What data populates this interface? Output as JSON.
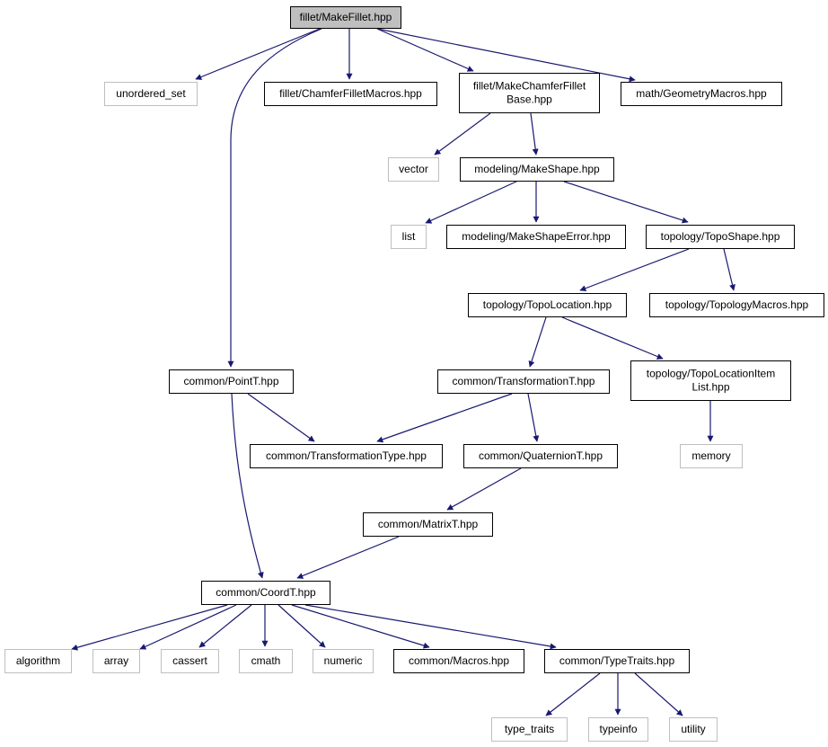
{
  "colors": {
    "edge": "#191970",
    "node_border": "#000000",
    "root_fill": "#bfbfbf",
    "system_border": "#bfbfbf",
    "fill": "#ffffff"
  },
  "nodes": [
    {
      "id": "n_root",
      "kind": "root",
      "lines": [
        "fillet/MakeFillet.hpp"
      ]
    },
    {
      "id": "n_uset",
      "kind": "system",
      "lines": [
        "unordered_set"
      ]
    },
    {
      "id": "n_cfm",
      "kind": "local",
      "lines": [
        "fillet/ChamferFilletMacros.hpp"
      ]
    },
    {
      "id": "n_mcfb",
      "kind": "local",
      "lines": [
        "fillet/MakeChamferFillet",
        "Base.hpp"
      ]
    },
    {
      "id": "n_geom",
      "kind": "local",
      "lines": [
        "math/GeometryMacros.hpp"
      ]
    },
    {
      "id": "n_vector",
      "kind": "system",
      "lines": [
        "vector"
      ]
    },
    {
      "id": "n_mshape",
      "kind": "local",
      "lines": [
        "modeling/MakeShape.hpp"
      ]
    },
    {
      "id": "n_list",
      "kind": "system",
      "lines": [
        "list"
      ]
    },
    {
      "id": "n_mserr",
      "kind": "local",
      "lines": [
        "modeling/MakeShapeError.hpp"
      ]
    },
    {
      "id": "n_tshape",
      "kind": "local",
      "lines": [
        "topology/TopoShape.hpp"
      ]
    },
    {
      "id": "n_tloc",
      "kind": "local",
      "lines": [
        "topology/TopoLocation.hpp"
      ]
    },
    {
      "id": "n_tmac",
      "kind": "local",
      "lines": [
        "topology/TopologyMacros.hpp"
      ]
    },
    {
      "id": "n_point",
      "kind": "local",
      "lines": [
        "common/PointT.hpp"
      ]
    },
    {
      "id": "n_trans",
      "kind": "local",
      "lines": [
        "common/TransformationT.hpp"
      ]
    },
    {
      "id": "n_tlil",
      "kind": "local",
      "lines": [
        "topology/TopoLocationItem",
        "List.hpp"
      ]
    },
    {
      "id": "n_ttype",
      "kind": "local",
      "lines": [
        "common/TransformationType.hpp"
      ]
    },
    {
      "id": "n_quat",
      "kind": "local",
      "lines": [
        "common/QuaternionT.hpp"
      ]
    },
    {
      "id": "n_memory",
      "kind": "system",
      "lines": [
        "memory"
      ]
    },
    {
      "id": "n_matrix",
      "kind": "local",
      "lines": [
        "common/MatrixT.hpp"
      ]
    },
    {
      "id": "n_coord",
      "kind": "local",
      "lines": [
        "common/CoordT.hpp"
      ]
    },
    {
      "id": "n_algo",
      "kind": "system",
      "lines": [
        "algorithm"
      ]
    },
    {
      "id": "n_array",
      "kind": "system",
      "lines": [
        "array"
      ]
    },
    {
      "id": "n_cassert",
      "kind": "system",
      "lines": [
        "cassert"
      ]
    },
    {
      "id": "n_cmath",
      "kind": "system",
      "lines": [
        "cmath"
      ]
    },
    {
      "id": "n_numeric",
      "kind": "system",
      "lines": [
        "numeric"
      ]
    },
    {
      "id": "n_macros",
      "kind": "local",
      "lines": [
        "common/Macros.hpp"
      ]
    },
    {
      "id": "n_ttraits",
      "kind": "local",
      "lines": [
        "common/TypeTraits.hpp"
      ]
    },
    {
      "id": "n_typetr",
      "kind": "system",
      "lines": [
        "type_traits"
      ]
    },
    {
      "id": "n_typeinfo",
      "kind": "system",
      "lines": [
        "typeinfo"
      ]
    },
    {
      "id": "n_utility",
      "kind": "system",
      "lines": [
        "utility"
      ]
    }
  ],
  "edges": [
    {
      "from": "n_root",
      "to": "n_uset"
    },
    {
      "from": "n_root",
      "to": "n_cfm"
    },
    {
      "from": "n_root",
      "to": "n_mcfb"
    },
    {
      "from": "n_root",
      "to": "n_geom"
    },
    {
      "from": "n_root",
      "to": "n_point"
    },
    {
      "from": "n_mcfb",
      "to": "n_vector"
    },
    {
      "from": "n_mcfb",
      "to": "n_mshape"
    },
    {
      "from": "n_mshape",
      "to": "n_list"
    },
    {
      "from": "n_mshape",
      "to": "n_mserr"
    },
    {
      "from": "n_mshape",
      "to": "n_tshape"
    },
    {
      "from": "n_tshape",
      "to": "n_tloc"
    },
    {
      "from": "n_tshape",
      "to": "n_tmac"
    },
    {
      "from": "n_tloc",
      "to": "n_trans"
    },
    {
      "from": "n_tloc",
      "to": "n_tlil"
    },
    {
      "from": "n_tlil",
      "to": "n_memory"
    },
    {
      "from": "n_point",
      "to": "n_ttype"
    },
    {
      "from": "n_point",
      "to": "n_coord"
    },
    {
      "from": "n_trans",
      "to": "n_ttype"
    },
    {
      "from": "n_trans",
      "to": "n_quat"
    },
    {
      "from": "n_quat",
      "to": "n_matrix"
    },
    {
      "from": "n_matrix",
      "to": "n_coord"
    },
    {
      "from": "n_coord",
      "to": "n_algo"
    },
    {
      "from": "n_coord",
      "to": "n_array"
    },
    {
      "from": "n_coord",
      "to": "n_cassert"
    },
    {
      "from": "n_coord",
      "to": "n_cmath"
    },
    {
      "from": "n_coord",
      "to": "n_numeric"
    },
    {
      "from": "n_coord",
      "to": "n_macros"
    },
    {
      "from": "n_coord",
      "to": "n_ttraits"
    },
    {
      "from": "n_ttraits",
      "to": "n_typetr"
    },
    {
      "from": "n_ttraits",
      "to": "n_typeinfo"
    },
    {
      "from": "n_ttraits",
      "to": "n_utility"
    }
  ]
}
